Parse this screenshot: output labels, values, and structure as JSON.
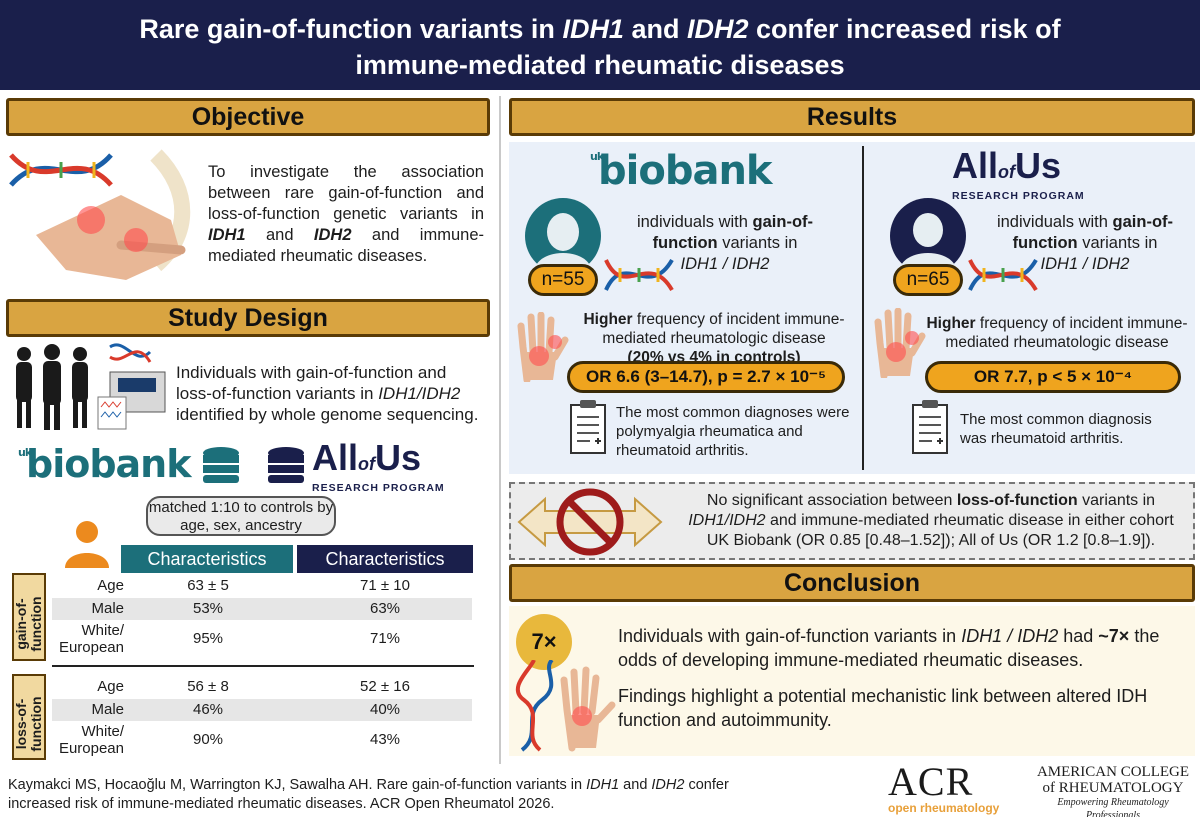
{
  "title": {
    "part1": "Rare gain-of-function variants in ",
    "gene1": "IDH1",
    "and": " and ",
    "gene2": "IDH2",
    "part2": " confer increased risk of",
    "line2": "immune-mediated rheumatic diseases"
  },
  "objective": {
    "heading": "Objective",
    "text_a": "To investigate the association between rare gain-of-function and loss-of-function genetic variants in ",
    "gene1": "IDH1",
    "and": " and ",
    "gene2": "IDH2",
    "text_b": " and immune-mediated rheumatic diseases."
  },
  "study_design": {
    "heading": "Study Design",
    "text_a": "Individuals with gain-of-function and loss-of-function variants in ",
    "genes": "IDH1/IDH2",
    "text_b": " identified by whole genome sequencing.",
    "matched": "matched 1:10 to controls by age, sex, ancestry",
    "col_header": "Characteristics",
    "gain_label": "gain-of-function",
    "loss_label": "loss-of-function",
    "rows_gain": [
      {
        "label": "Age",
        "uk": "63 ± 5",
        "aou": "71 ± 10"
      },
      {
        "label": "Male",
        "uk": "53%",
        "aou": "63%"
      },
      {
        "label": "White/ European",
        "uk": "95%",
        "aou": "71%"
      }
    ],
    "rows_loss": [
      {
        "label": "Age",
        "uk": "56 ± 8",
        "aou": "52 ± 16"
      },
      {
        "label": "Male",
        "uk": "46%",
        "aou": "40%"
      },
      {
        "label": "White/ European",
        "uk": "90%",
        "aou": "43%"
      }
    ]
  },
  "logos": {
    "uk_small": "uk",
    "uk_big": "biobank",
    "aou_main": "All",
    "aou_of": "of",
    "aou_us": "Us",
    "aou_sub": "RESEARCH PROGRAM"
  },
  "results": {
    "heading": "Results",
    "uk": {
      "n": "n=55",
      "ind_a": "individuals with ",
      "ind_b": "gain-of-function",
      "ind_c": " variants in",
      "genes": "IDH1 / IDH2",
      "freq_b": "Higher",
      "freq_c": " frequency of incident immune-mediated rheumatologic disease",
      "freq_d": "(20% vs 4% in controls)",
      "or": "OR 6.6 (3–14.7), p = 2.7 × 10⁻⁵",
      "diag": "The most common diagnoses were polymyalgia rheumatica and rheumatoid arthritis."
    },
    "aou": {
      "n": "n=65",
      "ind_a": "individuals with ",
      "ind_b": "gain-of-function",
      "ind_c": " variants in",
      "genes": "IDH1 / IDH2",
      "freq_b": "Higher",
      "freq_c": " frequency of incident immune-mediated rheumatologic disease",
      "or": "OR 7.7, p < 5 × 10⁻⁴",
      "diag": "The most common diagnosis was rheumatoid arthritis."
    },
    "lof_a": "No significant association between ",
    "lof_b": "loss-of-function",
    "lof_c": " variants in",
    "lof_genes": "IDH1/IDH2",
    "lof_d": " and immune-mediated rheumatic disease in either cohort",
    "lof_e": "UK Biobank (OR 0.85 [0.48–1.52]); All of Us (OR 1.2 [0.8–1.9])."
  },
  "conclusion": {
    "heading": "Conclusion",
    "badge": "7×",
    "p1_a": "Individuals with gain-of-function variants in ",
    "p1_genes": "IDH1 / IDH2",
    "p1_b": " had ",
    "p1_c": "~7×",
    "p1_d": " the odds of developing immune-mediated rheumatic diseases.",
    "p2": "Findings highlight a potential mechanistic link between altered IDH function and autoimmunity."
  },
  "citation": {
    "a": "Kaymakci MS, Hocaoğlu M, Warrington KJ, Sawalha AH. Rare gain-of-function variants in ",
    "g1": "IDH1",
    "and": " and ",
    "g2": "IDH2",
    "b": " confer",
    "c": "increased risk of immune-mediated rheumatic diseases. ACR Open Rheumatol 2026."
  },
  "journal": {
    "acr": "ACR",
    "open": "open rheumatology",
    "college_1": "AMERICAN COLLEGE",
    "college_2": "of RHEUMATOLOGY",
    "college_3": "Empowering Rheumatology Professionals"
  },
  "colors": {
    "navy": "#1a1f4b",
    "gold": "#d9a441",
    "teal": "#1c6f7a",
    "orange": "#efa41e"
  }
}
